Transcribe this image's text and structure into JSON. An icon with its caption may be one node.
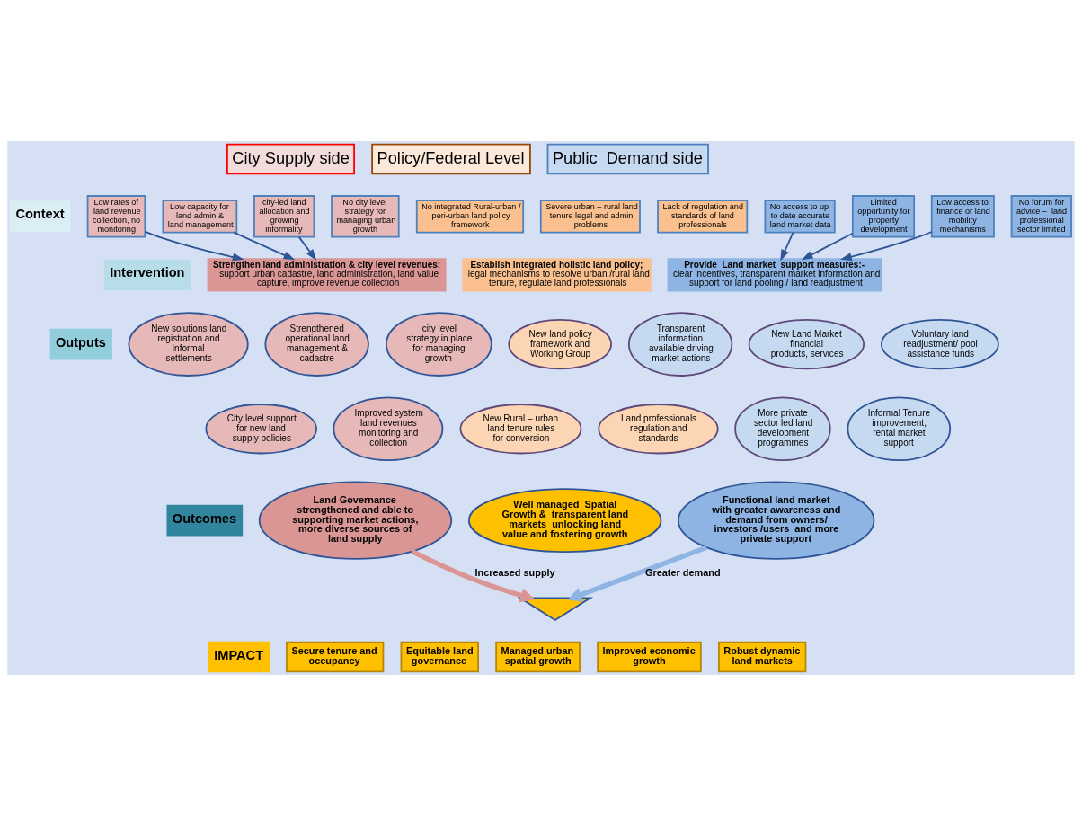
{
  "diagram": {
    "nodes": [
      {
        "text": [
          "Context"
        ]
      },
      {
        "text": [
          "Intervention"
        ]
      },
      {
        "text": [
          "Outputs"
        ]
      },
      {
        "text": [
          "Outcomes"
        ]
      },
      {
        "text": [
          "IMPACT"
        ]
      },
      {
        "text": [
          "City Supply side"
        ]
      },
      {
        "text": [
          "Policy/Federal Level"
        ]
      },
      {
        "text": [
          "Public  Demand side"
        ]
      },
      {
        "text": [
          "Low rates of land revenue collection, no monitoring"
        ]
      },
      {
        "text": [
          "Low capacity for land admin &  land management"
        ]
      },
      {
        "text": [
          "city-led land allocation and growing informality"
        ]
      },
      {
        "text": [
          "No city level strategy for managing urban growth"
        ]
      },
      {
        "text": [
          "No integrated Rural-urban / peri-urban land policy framework"
        ]
      },
      {
        "text": [
          "Severe urban – rural land tenure legal and admin  problems"
        ]
      },
      {
        "text": [
          "Lack of regulation and standards of land professionals"
        ]
      },
      {
        "text": [
          "No access to up to date accurate land market data"
        ]
      },
      {
        "text": [
          "Limited opportunity for  property development"
        ]
      },
      {
        "text": [
          "Low access to finance or land mobility mechanisms"
        ]
      },
      {
        "text": [
          "No forum for advice –  land professional sector limited"
        ]
      },
      {
        "text": [
          "Strengthen land administration & city level revenues:",
          "support urban cadastre, land administration, land value capture, improve revenue collection"
        ]
      },
      {
        "text": [
          "Establish integrated holistic land policy;",
          "legal mechanisms to resolve urban /rural land tenure, regulate land professionals"
        ]
      },
      {
        "text": [
          "Provide  Land market  support measures:-",
          "clear incentives, transparent market information and support for land pooling / land readjustment"
        ]
      },
      {
        "text": [
          "New solutions land registration and informal settlements"
        ]
      },
      {
        "text": [
          "Strengthened operational land management & cadastre"
        ]
      },
      {
        "text": [
          "city level strategy in place for managing growth"
        ]
      },
      {
        "text": [
          "New land policy framework and Working Group"
        ]
      },
      {
        "text": [
          "Transparent information available driving market actions"
        ]
      },
      {
        "text": [
          "New Land Market financial products, services"
        ]
      },
      {
        "text": [
          "Voluntary land readjustment/ pool assistance funds"
        ]
      },
      {
        "text": [
          "City level support for new land supply policies"
        ]
      },
      {
        "text": [
          "Improved system land revenues monitoring and collection"
        ]
      },
      {
        "text": [
          "New Rural – urban land tenure rules for conversion"
        ]
      },
      {
        "text": [
          "Land professionals regulation and standards"
        ]
      },
      {
        "text": [
          "More private sector led land development programmes"
        ]
      },
      {
        "text": [
          "Informal Tenure improvement, rental market support"
        ]
      },
      {
        "text": [
          "Land Governance strengthened and able to supporting market actions, more diverse sources of land supply"
        ]
      },
      {
        "text": [
          "Well managed  Spatial Growth &  transparent land markets  unlocking land value and fostering growth"
        ]
      },
      {
        "text": [
          "Functional land market with greater awareness and demand from owners/ investors /users  and more private support"
        ]
      },
      {
        "text": [],
        "shape": "arrow"
      },
      {
        "text": [
          "Secure tenure and occupancy"
        ]
      },
      {
        "text": [
          "Equitable land governance"
        ]
      },
      {
        "text": [
          "Managed urban spatial growth"
        ]
      },
      {
        "text": [
          "Improved economic growth"
        ]
      },
      {
        "text": [
          "Robust dynamic land markets"
        ]
      }
    ],
    "edges": [
      {
        "from": 8,
        "to": 19,
        "arrow": "to"
      },
      {
        "from": 9,
        "to": 19,
        "arrow": "to"
      },
      {
        "from": 10,
        "to": 19,
        "arrow": "to"
      },
      {
        "from": 15,
        "to": 21,
        "arrow": "to"
      },
      {
        "from": 16,
        "to": 21,
        "arrow": "to"
      },
      {
        "from": 17,
        "to": 21,
        "arrow": "to"
      },
      {
        "from": 35,
        "to": 38,
        "arrow": "to",
        "label": "Increased supply",
        "style": "thick",
        "color": "#da9694"
      },
      {
        "from": 37,
        "to": 38,
        "arrow": "to",
        "label": "Greater demand",
        "style": "thick",
        "color": "#8db4e2"
      }
    ]
  }
}
